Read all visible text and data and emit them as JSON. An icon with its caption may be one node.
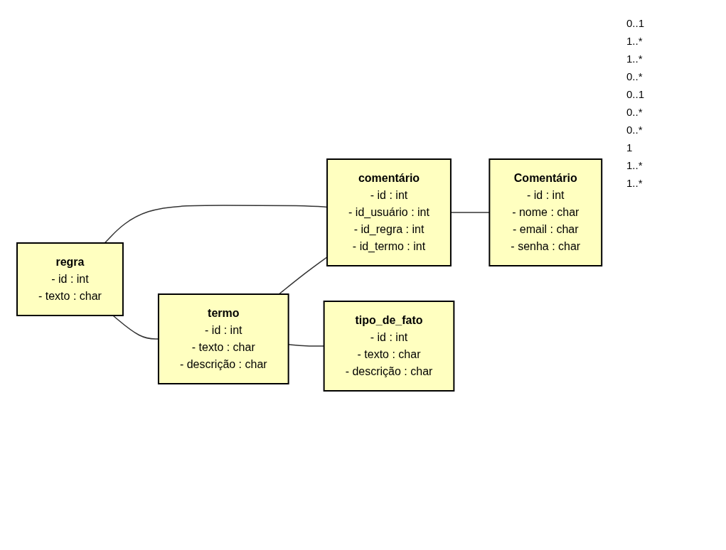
{
  "diagram": {
    "nodes": [
      {
        "text": [
          "regra",
          "- id : int",
          "- texto : char"
        ]
      },
      {
        "text": [
          "termo",
          "- id : int",
          "- texto : char",
          "- descrição : char"
        ]
      },
      {
        "text": [
          "comentário",
          "- id : int",
          "- id_usuário : int",
          "- id_regra : int",
          "- id_termo : int"
        ]
      },
      {
        "text": [
          "Comentário",
          "- id : int",
          "- nome : char",
          "- email : char",
          "- senha : char"
        ]
      },
      {
        "text": [
          "tipo_de_fato",
          "- id : int",
          "- texto : char",
          "- descrição : char"
        ]
      }
    ],
    "edges": [
      {
        "from": 0,
        "to": 1,
        "arrow": "none"
      },
      {
        "from": 0,
        "to": 2,
        "arrow": "none"
      },
      {
        "from": 1,
        "to": 2,
        "arrow": "none"
      },
      {
        "from": 2,
        "to": 3,
        "arrow": "none"
      },
      {
        "from": 1,
        "to": 4,
        "arrow": "none"
      }
    ],
    "labels": [
      "0..1",
      "1..*",
      "1..*",
      "0..*",
      "0..1",
      "0..*",
      "0..*",
      "1",
      "1..*",
      "1..*"
    ]
  }
}
